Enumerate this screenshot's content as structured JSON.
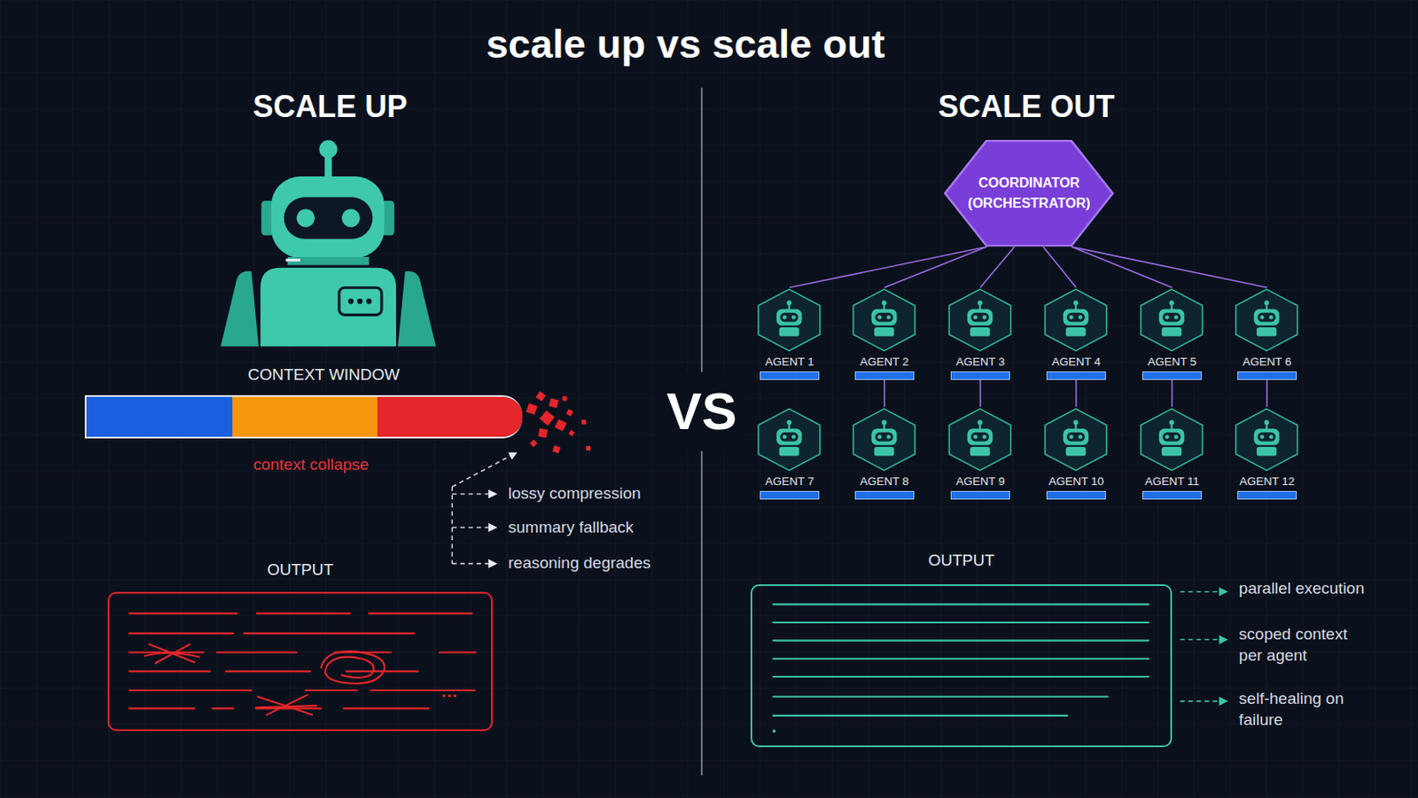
{
  "diagram": {
    "title": "scale up vs scale out",
    "nodes": [
      {
        "text": [
          "CONTEXT WINDOW"
        ]
      },
      {
        "text": [
          "OUTPUT"
        ]
      },
      {
        "text": [
          "COORDINATOR",
          "(ORCHESTRATOR)"
        ]
      },
      {
        "text": [
          "AGENT 1"
        ]
      },
      {
        "text": [
          "AGENT 2"
        ]
      },
      {
        "text": [
          "AGENT 3"
        ]
      },
      {
        "text": [
          "AGENT 4"
        ]
      },
      {
        "text": [
          "AGENT 5"
        ]
      },
      {
        "text": [
          "AGENT 6"
        ]
      },
      {
        "text": [
          "AGENT 7"
        ]
      },
      {
        "text": [
          "AGENT 8"
        ]
      },
      {
        "text": [
          "AGENT 9"
        ]
      },
      {
        "text": [
          "AGENT 10"
        ]
      },
      {
        "text": [
          "AGENT 11"
        ]
      },
      {
        "text": [
          "AGENT 12"
        ]
      },
      {
        "text": [
          "OUTPUT"
        ]
      }
    ],
    "edges": [
      {
        "from": 2,
        "to": 3,
        "arrow": "none"
      },
      {
        "from": 2,
        "to": 4,
        "arrow": "none"
      },
      {
        "from": 2,
        "to": 5,
        "arrow": "none"
      },
      {
        "from": 2,
        "to": 6,
        "arrow": "none"
      },
      {
        "from": 2,
        "to": 7,
        "arrow": "none"
      },
      {
        "from": 2,
        "to": 8,
        "arrow": "none"
      },
      {
        "from": 4,
        "to": 10,
        "arrow": "none"
      },
      {
        "from": 5,
        "to": 11,
        "arrow": "none"
      },
      {
        "from": 6,
        "to": 12,
        "arrow": "none"
      },
      {
        "from": 7,
        "to": 13,
        "arrow": "none"
      },
      {
        "from": 8,
        "to": 14,
        "arrow": "none"
      }
    ],
    "labels": [
      "SCALE UP",
      "context collapse",
      "lossy compression",
      "summary fallback",
      "reasoning degrades",
      "VS",
      "SCALE OUT",
      "parallel execution",
      "scoped context per agent",
      "self-healing on failure"
    ]
  }
}
